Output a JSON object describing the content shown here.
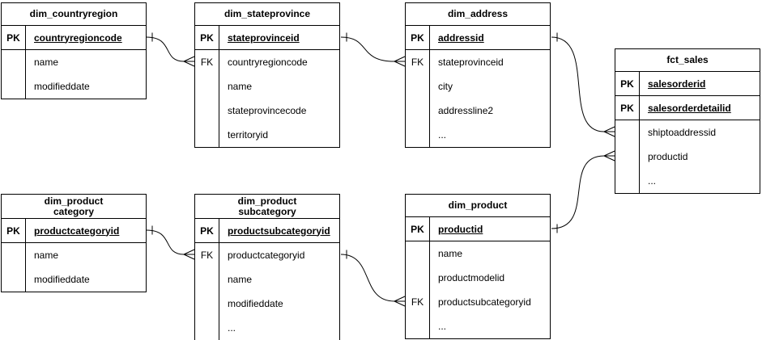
{
  "diagram": {
    "kind": "entity-relationship",
    "stroke_color": "#000000",
    "background_color": "#ffffff",
    "tables": [
      {
        "name": "dim_countryregion",
        "keys": [
          {
            "badge": "PK",
            "attr": "countryregioncode"
          }
        ],
        "rows": [
          {
            "badge": "",
            "attr": "name"
          },
          {
            "badge": "",
            "attr": "modifieddate"
          }
        ]
      },
      {
        "name": "dim_stateprovince",
        "keys": [
          {
            "badge": "PK",
            "attr": "stateprovinceid"
          }
        ],
        "rows": [
          {
            "badge": "FK",
            "attr": "countryregioncode"
          },
          {
            "badge": "",
            "attr": "name"
          },
          {
            "badge": "",
            "attr": "stateprovincecode"
          },
          {
            "badge": "",
            "attr": "territoryid"
          }
        ]
      },
      {
        "name": "dim_address",
        "keys": [
          {
            "badge": "PK",
            "attr": "addressid"
          }
        ],
        "rows": [
          {
            "badge": "FK",
            "attr": "stateprovinceid"
          },
          {
            "badge": "",
            "attr": "city"
          },
          {
            "badge": "",
            "attr": "addressline2"
          },
          {
            "badge": "",
            "attr": "..."
          }
        ]
      },
      {
        "name": "fct_sales",
        "keys": [
          {
            "badge": "PK",
            "attr": "salesorderid"
          },
          {
            "badge": "PK",
            "attr": "salesorderdetailid"
          }
        ],
        "rows": [
          {
            "badge": "",
            "attr": "shiptoaddressid"
          },
          {
            "badge": "",
            "attr": "productid"
          },
          {
            "badge": "",
            "attr": "..."
          }
        ]
      },
      {
        "name": "dim_product\ncategory",
        "keys": [
          {
            "badge": "PK",
            "attr": "productcategoryid"
          }
        ],
        "rows": [
          {
            "badge": "",
            "attr": "name"
          },
          {
            "badge": "",
            "attr": "modifieddate"
          }
        ]
      },
      {
        "name": "dim_product\nsubcategory",
        "keys": [
          {
            "badge": "PK",
            "attr": "productsubcategoryid"
          }
        ],
        "rows": [
          {
            "badge": "FK",
            "attr": "productcategoryid"
          },
          {
            "badge": "",
            "attr": "name"
          },
          {
            "badge": "",
            "attr": "modifieddate"
          },
          {
            "badge": "",
            "attr": "..."
          }
        ]
      },
      {
        "name": "dim_product",
        "keys": [
          {
            "badge": "PK",
            "attr": "productid"
          }
        ],
        "rows": [
          {
            "badge": "",
            "attr": "name"
          },
          {
            "badge": "",
            "attr": "productmodelid"
          },
          {
            "badge": "FK",
            "attr": "productsubcategoryid"
          },
          {
            "badge": "",
            "attr": "..."
          }
        ]
      }
    ],
    "relationships": [
      {
        "from": "dim_countryregion",
        "from_cardinality": "one",
        "to": "dim_stateprovince",
        "to_cardinality": "many"
      },
      {
        "from": "dim_stateprovince",
        "from_cardinality": "one",
        "to": "dim_address",
        "to_cardinality": "many"
      },
      {
        "from": "dim_address",
        "from_cardinality": "one",
        "to": "fct_sales",
        "to_cardinality": "many"
      },
      {
        "from": "dim_product",
        "from_cardinality": "one",
        "to": "fct_sales",
        "to_cardinality": "many"
      },
      {
        "from": "dim_product category",
        "from_cardinality": "one",
        "to": "dim_product subcategory",
        "to_cardinality": "many"
      },
      {
        "from": "dim_product subcategory",
        "from_cardinality": "one",
        "to": "dim_product",
        "to_cardinality": "many"
      }
    ]
  }
}
